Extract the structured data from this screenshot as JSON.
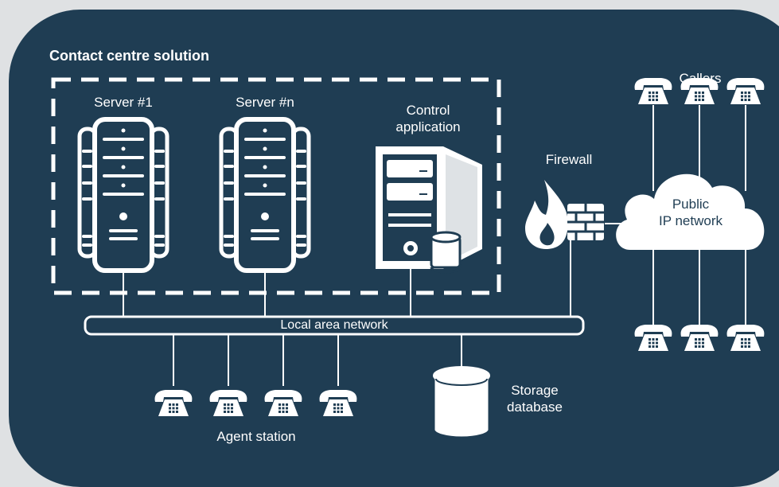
{
  "diagram": {
    "title": "Contact centre solution",
    "labels": {
      "server1": "Server #1",
      "servern": "Server #n",
      "control_app": "Control\napplication",
      "firewall": "Firewall",
      "callers": "Callers",
      "public_ip": "Public\nIP network",
      "lan": "Local area network",
      "storage": "Storage\ndatabase",
      "agent_station": "Agent station"
    },
    "colors": {
      "background": "#dfe1e3",
      "panel": "#1f3d53",
      "foreground": "#ffffff"
    },
    "icons": [
      "server-icon",
      "tower-pc-icon",
      "firewall-icon",
      "cloud-icon",
      "telephone-icon",
      "database-icon"
    ]
  }
}
